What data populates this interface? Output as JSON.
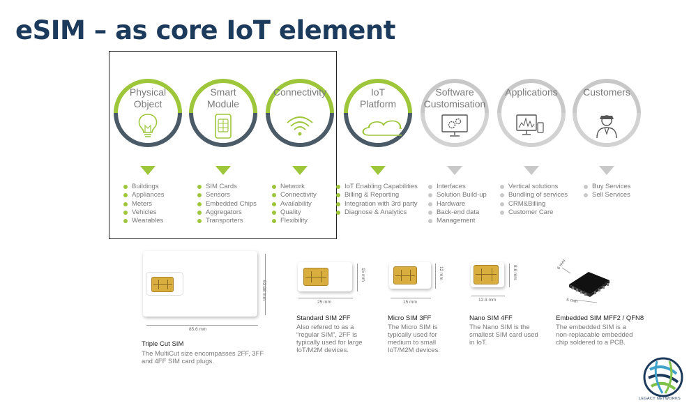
{
  "title": "eSIM – as core IoT element",
  "colors": {
    "green": "#9dc63b",
    "navy": "#4a5a66",
    "grey": "#d2d2d2",
    "title": "#1c3a5b"
  },
  "stages": [
    {
      "label_line1": "Physical",
      "label_line2": "Object",
      "icon": "lightbulb-icon",
      "color": "#9dc63b",
      "bullets": [
        "Buildings",
        "Appliances",
        "Meters",
        "Vehicles",
        "Wearables"
      ]
    },
    {
      "label_line1": "Smart",
      "label_line2": "Module",
      "icon": "sim-chip-icon",
      "color": "#9dc63b",
      "bullets": [
        "SIM Cards",
        "Sensors",
        "Embedded Chips",
        "Aggregators",
        "Transporters"
      ]
    },
    {
      "label_line1": "Connectivity",
      "label_line2": "",
      "icon": "wifi-icon",
      "color": "#9dc63b",
      "bullets": [
        "Network",
        "Connectivity",
        "Availability",
        "Quality",
        "Flexibility"
      ]
    },
    {
      "label_line1": "IoT",
      "label_line2": "Platform",
      "icon": "cloud-icon",
      "color": "#9dc63b",
      "bullets": [
        "IoT Enabling Capabilities",
        "Billing & Reporting",
        "Integration with 3rd party",
        "Diagnose & Analytics"
      ]
    },
    {
      "label_line1": "Software",
      "label_line2": "Customisation",
      "icon": "monitor-gears-icon",
      "color": "#c8c8c8",
      "bullets": [
        "Interfaces",
        "Solution Build-up",
        "Hardware",
        "Back-end data",
        "Management"
      ]
    },
    {
      "label_line1": "Applications",
      "label_line2": "",
      "icon": "monitor-chart-icon",
      "color": "#c8c8c8",
      "bullets": [
        "Vertical solutions",
        "Bundling of services",
        "CRM&Billing",
        "Customer Care"
      ]
    },
    {
      "label_line1": "Customers",
      "label_line2": "",
      "icon": "customer-icon",
      "color": "#c8c8c8",
      "bullets": [
        "Buy Services",
        "Sell Services"
      ]
    }
  ],
  "sims": [
    {
      "name": "Triple Cut SIM",
      "desc": "The MultiCut size encompasses 2FF, 3FF and 4FF SIM card plugs.",
      "width_label": "85.6 mm",
      "height_label": "53.98 mm"
    },
    {
      "name": "Standard SIM 2FF",
      "desc": "Also refered to as a “regular SIM”, 2FF is typically used for large IoT/M2M devices.",
      "width_label": "25 mm",
      "height_label": "15 mm"
    },
    {
      "name": "Micro SIM 3FF",
      "desc": "The Micro SIM is typically used for medium to small IoT/M2M devices.",
      "width_label": "15 mm",
      "height_label": "12 mm"
    },
    {
      "name": "Nano SIM 4FF",
      "desc": "The Nano SIM is the smallest SIM card used in IoT.",
      "width_label": "12.3 mm",
      "height_label": "8.8 mm"
    },
    {
      "name": "Embedded SIM MFF2 / QFN8",
      "desc": "The embedded SIM is a non-replacable embedded chip soldered to a PCB.",
      "width_label": "5 mm",
      "height_label": "6 mm"
    }
  ],
  "logo": {
    "icon": "legacy-networks-logo-icon",
    "text": "LEGACY NETWORKS"
  }
}
